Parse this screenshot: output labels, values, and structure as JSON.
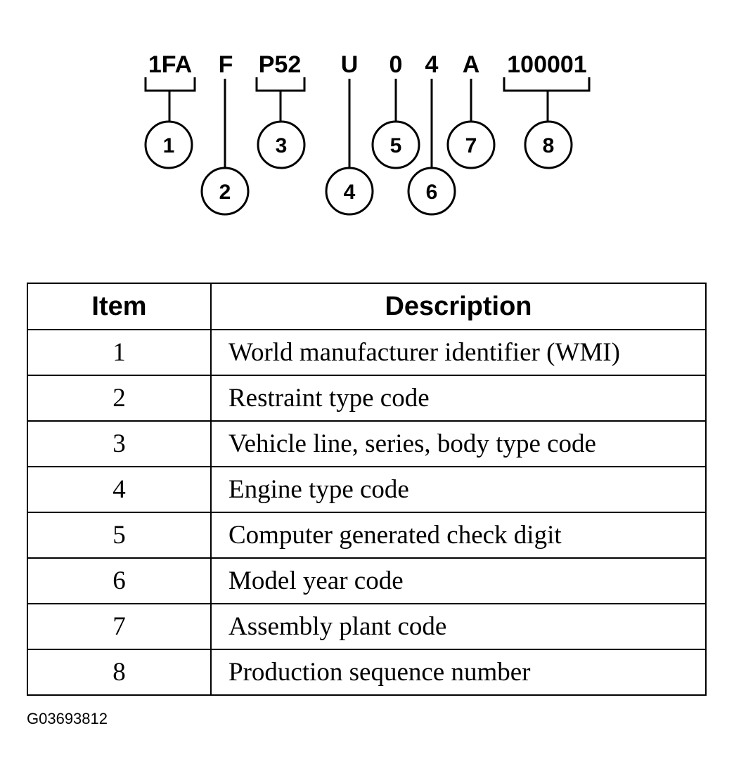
{
  "vin_segments": [
    {
      "text": "1FA"
    },
    {
      "text": "F"
    },
    {
      "text": "P52"
    },
    {
      "text": "U"
    },
    {
      "text": "0"
    },
    {
      "text": "4"
    },
    {
      "text": "A"
    },
    {
      "text": "100001"
    }
  ],
  "callouts": [
    "1",
    "2",
    "3",
    "4",
    "5",
    "6",
    "7",
    "8"
  ],
  "table": {
    "headers": {
      "item": "Item",
      "description": "Description"
    },
    "rows": [
      {
        "item": "1",
        "description": "World manufacturer identifier (WMI)"
      },
      {
        "item": "2",
        "description": "Restraint type code"
      },
      {
        "item": "3",
        "description": "Vehicle line, series, body type code"
      },
      {
        "item": "4",
        "description": "Engine type code"
      },
      {
        "item": "5",
        "description": "Computer generated check digit"
      },
      {
        "item": "6",
        "description": "Model year code"
      },
      {
        "item": "7",
        "description": "Assembly plant code"
      },
      {
        "item": "8",
        "description": "Production sequence number"
      }
    ]
  },
  "figure_id": "G03693812"
}
